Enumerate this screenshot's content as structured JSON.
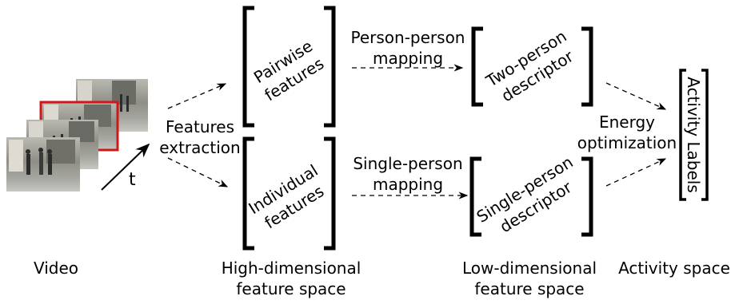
{
  "video": {
    "label": "Video",
    "time_label": "t"
  },
  "features_extraction": {
    "line1": "Features",
    "line2": "extraction"
  },
  "pairwise": {
    "line1": "Pairwise",
    "line2": "features"
  },
  "individual": {
    "line1": "Individual",
    "line2": "features"
  },
  "person_person": {
    "line1": "Person-person",
    "line2": "mapping"
  },
  "single_person": {
    "line1": "Single-person",
    "line2": "mapping"
  },
  "two_person_desc": {
    "line1": "Two-person",
    "line2": "descriptor"
  },
  "single_person_desc": {
    "line1": "Single-person",
    "line2": "descriptor"
  },
  "energy": {
    "line1": "Energy",
    "line2": "optimization"
  },
  "activity_labels": "Activity Labels",
  "bottom_labels": {
    "video": "Video",
    "high_dim_line1": "High-dimensional",
    "high_dim_line2": "feature space",
    "low_dim_line1": "Low-dimensional",
    "low_dim_line2": "feature space",
    "activity_space": "Activity space"
  },
  "colors": {
    "highlight_frame": "#d0181b",
    "ink": "#000000"
  }
}
